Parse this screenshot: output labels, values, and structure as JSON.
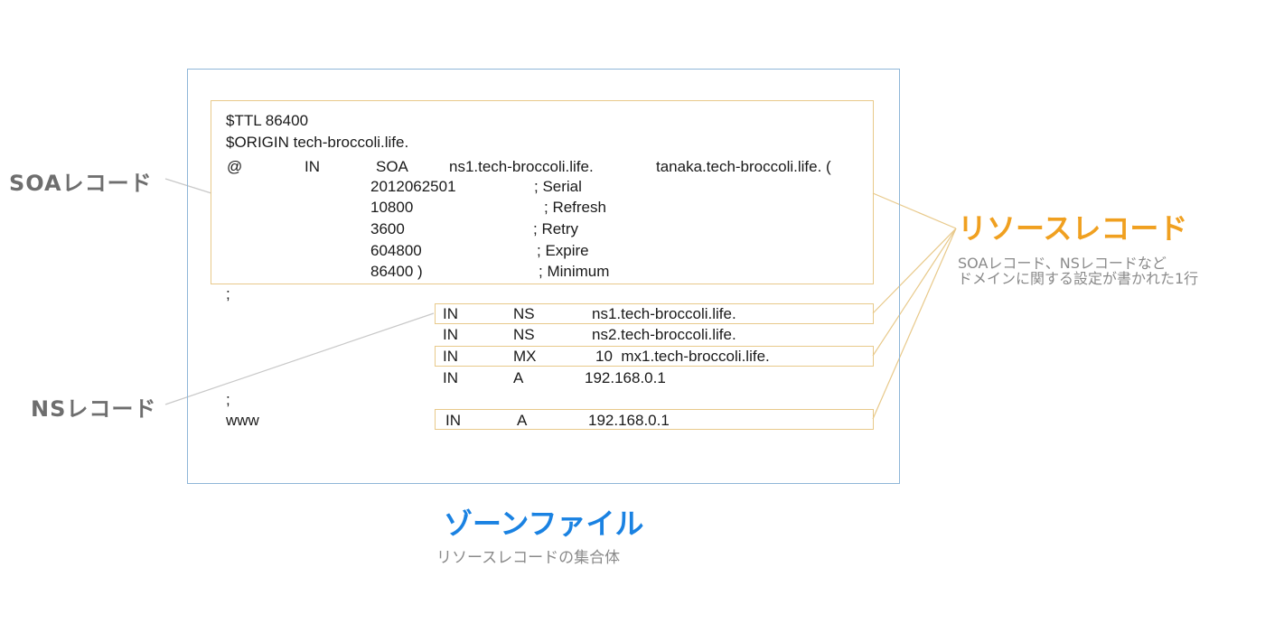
{
  "zone_file": {
    "title": "ゾーンファイル",
    "subtitle": "リソースレコードの集合体",
    "title_color": "#1a82e2"
  },
  "soa_block": {
    "ttl_line": "$TTL 86400",
    "origin_line": "$ORIGIN tech-broccoli.life.",
    "soa_header": {
      "owner": "@",
      "class": "IN",
      "type": "SOA",
      "mname": "ns1.tech-broccoli.life.",
      "rname": "tanaka.tech-broccoli.life. ("
    },
    "fields": [
      {
        "value": "2012062501",
        "comment": "; Serial"
      },
      {
        "value": "10800",
        "comment": "; Refresh"
      },
      {
        "value": "3600",
        "comment": "; Retry"
      },
      {
        "value": "604800",
        "comment": "; Expire"
      },
      {
        "value": "86400 )",
        "comment": "; Minimum"
      }
    ]
  },
  "separators": [
    ";",
    ";"
  ],
  "records": [
    {
      "class": "IN",
      "type": "NS",
      "data": "ns1.tech-broccoli.life.",
      "highlighted": true
    },
    {
      "class": "IN",
      "type": "NS",
      "data": "ns2.tech-broccoli.life.",
      "highlighted": false
    },
    {
      "class": "IN",
      "type": "MX",
      "data": "10  mx1.tech-broccoli.life.",
      "highlighted": true
    },
    {
      "class": "IN",
      "type": "A",
      "data": "192.168.0.1",
      "highlighted": false
    }
  ],
  "www_record": {
    "owner": "www",
    "class": "IN",
    "type": "A",
    "data": "192.168.0.1",
    "highlighted": true
  },
  "labels": {
    "soa_record": "SOAレコード",
    "ns_record": "NSレコード"
  },
  "resource_record": {
    "title": "リソースレコード",
    "desc_line1": "SOAレコード、NSレコードなど",
    "desc_line2": "ドメインに関する設定が書かれた1行",
    "title_color": "#f0a020"
  },
  "colors": {
    "frame": "#8fb6d8",
    "highlight_box": "#e8c98a",
    "connector_orange": "#e8c98a",
    "connector_gray": "#c8c8c8"
  }
}
